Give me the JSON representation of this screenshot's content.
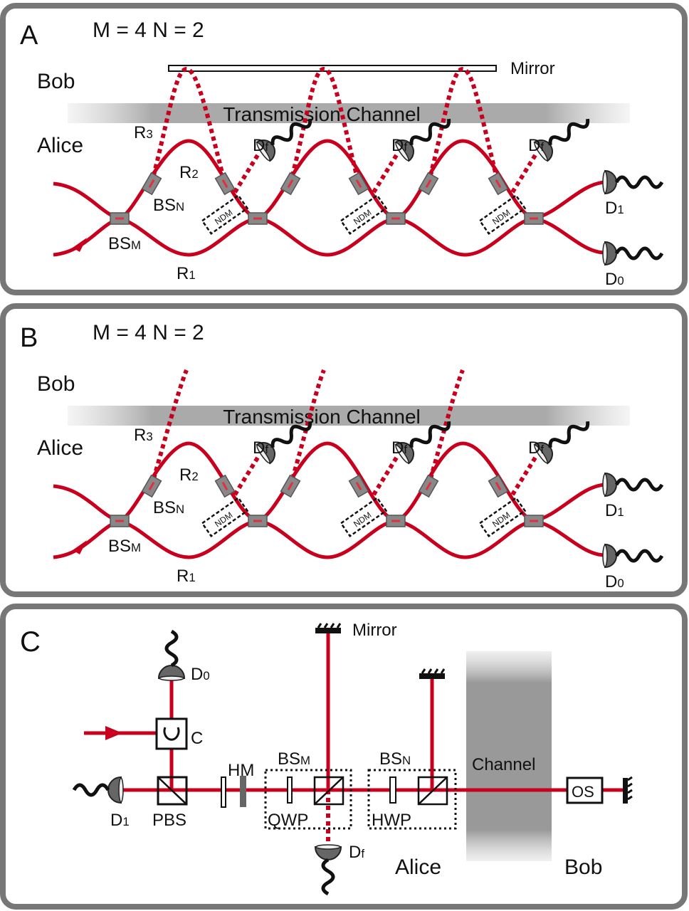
{
  "panels": [
    {
      "letter": "A",
      "params": "M = 4 N = 2",
      "bob": "Bob",
      "alice": "Alice",
      "channel": "Transmission Channel",
      "mirror": "Mirror",
      "labels": {
        "r3": "R",
        "r3_sub": "3",
        "r2": "R",
        "r2_sub": "2",
        "r1": "R",
        "r1_sub": "1",
        "bsn": "BS",
        "bsn_sub": "N",
        "bsm": "BS",
        "bsm_sub": "M",
        "df": "D",
        "df_sub": "f",
        "d1": "D",
        "d1_sub": "1",
        "d0": "D",
        "d0_sub": "0",
        "ndm": "NDM"
      }
    },
    {
      "letter": "B",
      "params": "M = 4 N = 2",
      "bob": "Bob",
      "alice": "Alice",
      "channel": "Transmission Channel",
      "labels": {
        "r3": "R",
        "r3_sub": "3",
        "r2": "R",
        "r2_sub": "2",
        "r1": "R",
        "r1_sub": "1",
        "bsn": "BS",
        "bsn_sub": "N",
        "bsm": "BS",
        "bsm_sub": "M",
        "df": "D",
        "df_sub": "f",
        "d1": "D",
        "d1_sub": "1",
        "d0": "D",
        "d0_sub": "0",
        "ndm": "NDM"
      }
    }
  ],
  "panel_c": {
    "letter": "C",
    "mirror": "Mirror",
    "d0": "D",
    "d0_sub": "0",
    "d1": "D",
    "d1_sub": "1",
    "df": "D",
    "df_sub": "f",
    "c": "C",
    "pbs": "PBS",
    "hm": "HM",
    "bsm": "BS",
    "bsm_sub": "M",
    "bsn": "BS",
    "bsn_sub": "N",
    "qwp": "QWP",
    "hwp": "HWP",
    "channel": "Channel",
    "os": "OS",
    "alice": "Alice",
    "bob": "Bob"
  },
  "colors": {
    "beam": "#c8001e",
    "border": "#777777"
  }
}
